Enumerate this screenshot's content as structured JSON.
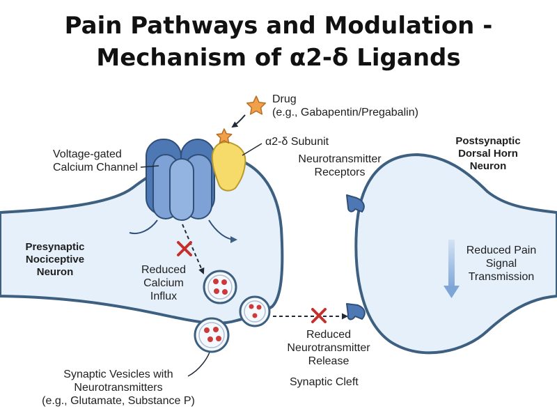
{
  "title": {
    "line1": "Pain Pathways and Modulation -",
    "line2": "Mechanism of α2-δ Ligands"
  },
  "labels": {
    "drug": "Drug\n(e.g., Gabapentin/Pregabalin)",
    "alpha2delta": "α2-δ Subunit",
    "vgcc": "Voltage-gated\nCalcium Channel",
    "nt_receptors": "Neurotransmitter\nReceptors",
    "postsynaptic": "Postsynaptic\nDorsal Horn\nNeuron",
    "presynaptic": "Presynaptic\nNociceptive\nNeuron",
    "reduced_calcium": "Reduced\nCalcium\nInflux",
    "reduced_pain": "Reduced Pain\nSignal\nTransmission",
    "reduced_release": "Reduced\nNeurotransmitter\nRelease",
    "vesicles": "Synaptic Vesicles with\nNeurotransmitters\n(e.g., Glutamate, Substance P)",
    "cleft": "Synaptic Cleft"
  },
  "colors": {
    "membrane": "#3d5f80",
    "cytoplasm": "#e6f0fa",
    "channel": "#6b93c8",
    "alpha2delta": "#f6da6a",
    "drug_star": "#f0a04a",
    "inhibit_x": "#c4302b",
    "vesicle_dot": "#cc3b3b",
    "down_arrow": "#8fb2dd"
  }
}
